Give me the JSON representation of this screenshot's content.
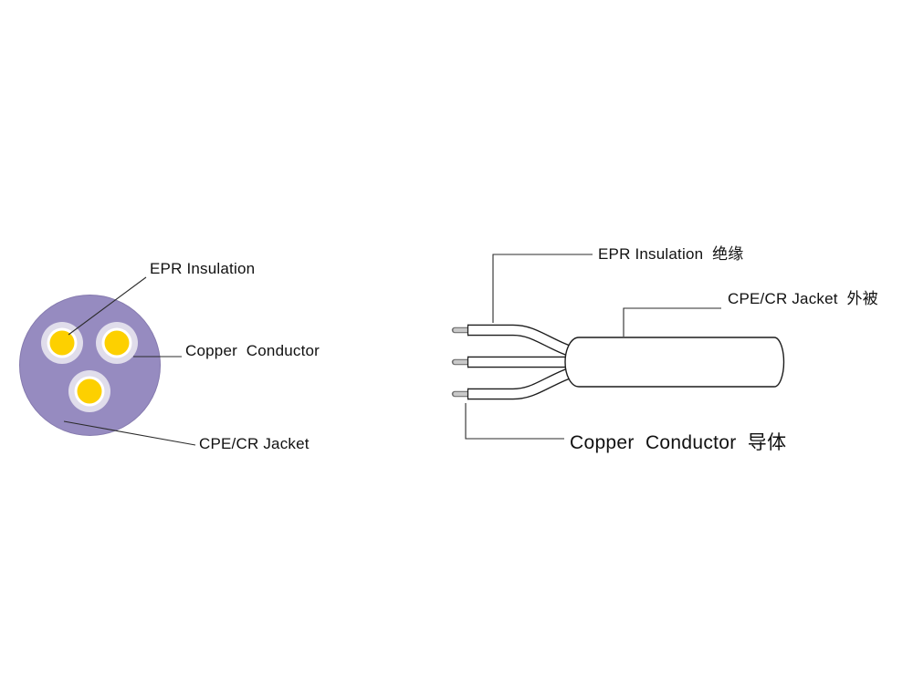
{
  "cross_section": {
    "epr_insulation_label": "EPR Insulation",
    "copper_conductor_label": "Copper  Conductor",
    "cpe_cr_jacket_label": "CPE/CR Jacket"
  },
  "side_view": {
    "epr_insulation_label": "EPR Insulation  绝缘",
    "cpe_cr_jacket_label": "CPE/CR Jacket  外被",
    "copper_conductor_label": "Copper  Conductor  导体"
  },
  "colors": {
    "background": "#ffffff",
    "jacket_purple": "#968bc0",
    "jacket_purple_edge": "#857aae",
    "insulation_ring": "#e0ddeb",
    "insulation_inner": "#ffffff",
    "conductor_yellow": "#fdd000",
    "outline_black": "#1c1c1c",
    "leader_line": "#2b2b2b",
    "metal_light": "#c9c9c9",
    "metal_dark": "#707070",
    "text_color": "#111111"
  }
}
